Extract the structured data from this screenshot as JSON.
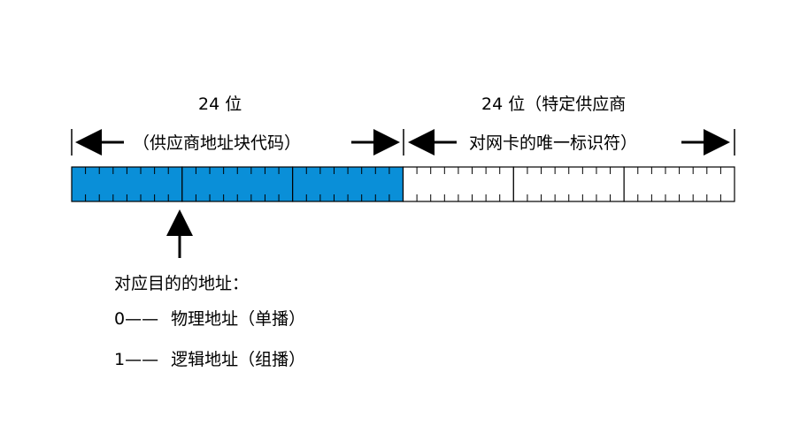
{
  "header": {
    "left_bits": "24 位",
    "right_bits": "24 位（特定供应商",
    "left_desc": "（供应商地址块代码）",
    "right_desc": "对网卡的唯一标识符）"
  },
  "colors": {
    "oui_fill": "#0a8fd8",
    "nic_fill": "#ffffff",
    "stroke": "#000000"
  },
  "legend": {
    "title": "对应目的的地址：",
    "items": [
      {
        "code": "0",
        "dash": "——",
        "text": "物理地址（单播）"
      },
      {
        "code": "1",
        "dash": "——",
        "text": "逻辑地址（组播）"
      }
    ]
  }
}
